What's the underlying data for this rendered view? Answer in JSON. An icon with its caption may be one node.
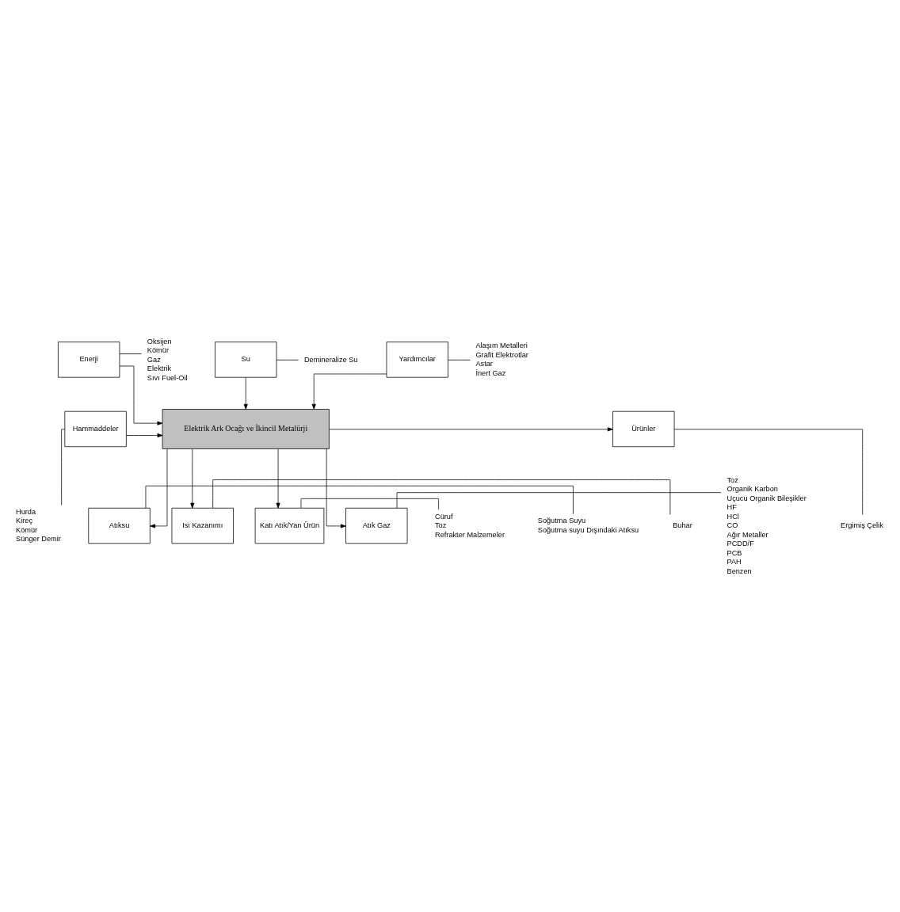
{
  "diagram": {
    "nodes": [
      {
        "text": [
          "Enerji"
        ]
      },
      {
        "text": [
          "Su"
        ]
      },
      {
        "text": [
          "Yardımcılar"
        ]
      },
      {
        "text": [
          "Hammaddeler"
        ]
      },
      {
        "text": [
          "Elektrik Ark Ocağı ve İkincil Metalürji"
        ]
      },
      {
        "text": [
          "Ürünler"
        ]
      },
      {
        "text": [
          "Isı Kazanımı"
        ]
      },
      {
        "text": [
          "Atık Gaz"
        ]
      },
      {
        "text": [
          "Katı Atık/Yan Ürün"
        ]
      },
      {
        "text": [
          "Atıksu"
        ]
      },
      {
        "text": [
          "Oksijen",
          "Kömür",
          "Gaz",
          "Elektrik",
          "Sıvı Fuel-Oil"
        ]
      },
      {
        "text": [
          "Demineralize Su"
        ]
      },
      {
        "text": [
          "Alaşım Metalleri",
          "Grafit Elektrotlar",
          "Astar",
          "İnert Gaz"
        ]
      },
      {
        "text": [
          "Hurda",
          "Kireç",
          "Kömür",
          "Sünger Demir"
        ]
      },
      {
        "text": [
          "Ergimiş Çelik"
        ]
      },
      {
        "text": [
          "Buhar"
        ]
      },
      {
        "text": [
          "Toz",
          "Organik Karbon",
          "Uçucu Organik Bileşikler",
          "HF",
          "HCl",
          "CO",
          "Ağır Metaller",
          "PCDD/F",
          "PCB",
          "PAH",
          "Benzen"
        ]
      },
      {
        "text": [
          "Cüruf",
          "Toz",
          "Refrakter Malzemeler"
        ]
      },
      {
        "text": [
          "Soğutma Suyu",
          "Soğutma suyu Dışındaki Atıksu"
        ]
      }
    ],
    "edges": [
      {
        "from": 0,
        "to": 4,
        "arrow": "to"
      },
      {
        "from": 1,
        "to": 4,
        "arrow": "to"
      },
      {
        "from": 2,
        "to": 4,
        "arrow": "to"
      },
      {
        "from": 3,
        "to": 4,
        "arrow": "to"
      },
      {
        "from": 4,
        "to": 5,
        "arrow": "to"
      },
      {
        "from": 4,
        "to": 6,
        "arrow": "to"
      },
      {
        "from": 4,
        "to": 7,
        "arrow": "to"
      },
      {
        "from": 4,
        "to": 8,
        "arrow": "to"
      },
      {
        "from": 4,
        "to": 9,
        "arrow": "to"
      },
      {
        "from": 0,
        "to": 10,
        "arrow": "none"
      },
      {
        "from": 1,
        "to": 11,
        "arrow": "none"
      },
      {
        "from": 2,
        "to": 12,
        "arrow": "none"
      },
      {
        "from": 3,
        "to": 13,
        "arrow": "none"
      },
      {
        "from": 5,
        "to": 14,
        "arrow": "none"
      },
      {
        "from": 6,
        "to": 15,
        "arrow": "none"
      },
      {
        "from": 7,
        "to": 16,
        "arrow": "none"
      },
      {
        "from": 8,
        "to": 17,
        "arrow": "none"
      },
      {
        "from": 9,
        "to": 18,
        "arrow": "none"
      }
    ]
  }
}
